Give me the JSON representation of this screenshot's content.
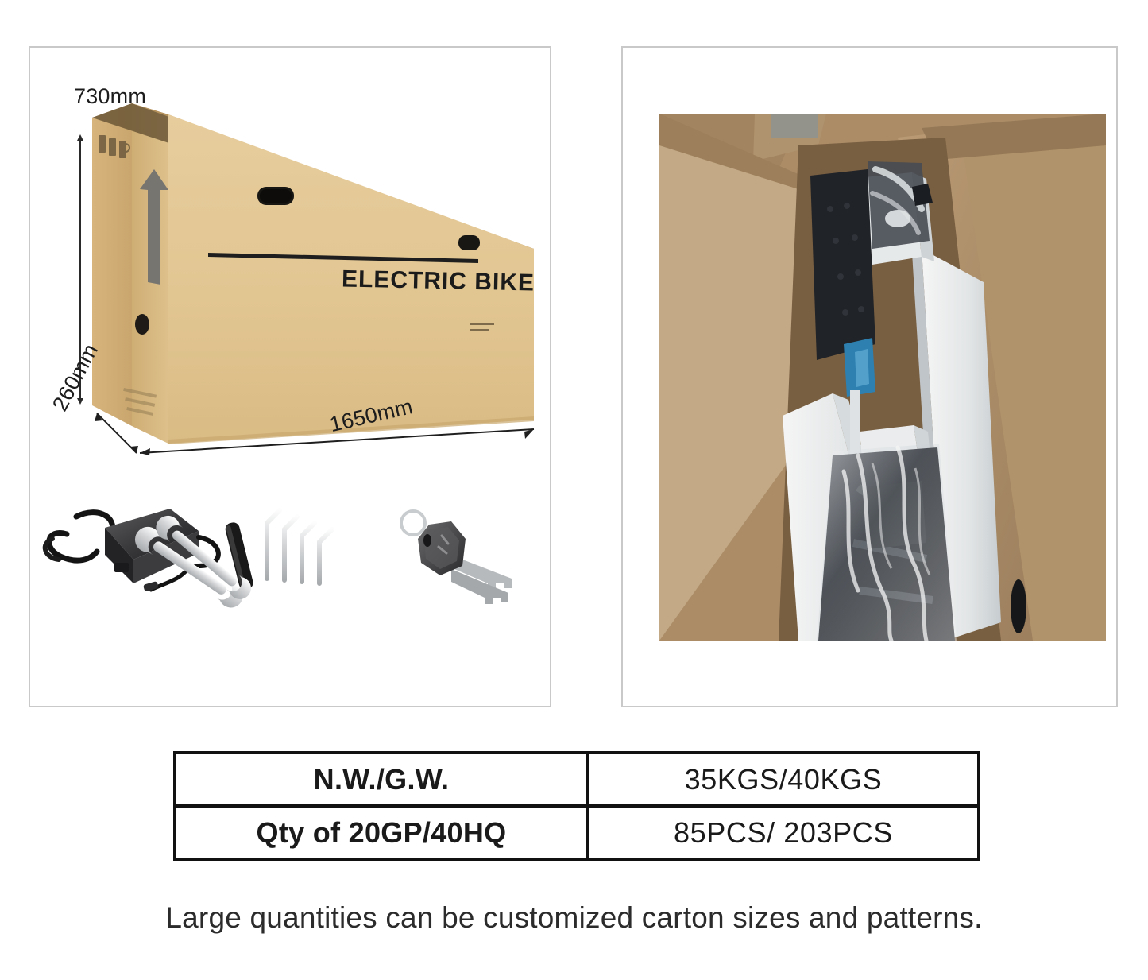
{
  "panels": {
    "left": {
      "name": "carton-dimensions-panel"
    },
    "right": {
      "name": "packed-carton-photo-panel"
    }
  },
  "carton": {
    "brand_text": "ELECTRIC BIKE",
    "dimensions": {
      "height": "730mm",
      "depth": "260mm",
      "length": "1650mm"
    },
    "handles": 2,
    "icons_label": "handling-icons",
    "arrow_label": "this-way-up-arrow",
    "colors": {
      "front_face": "#e3c794",
      "top_face": "#d8b87f",
      "end_face": "#cfae75",
      "arrow": "#6f6f6f",
      "handle": "#1d1a17"
    }
  },
  "accessories": [
    {
      "name": "power-adapter",
      "label": "charger"
    },
    {
      "name": "tool-kit",
      "label": "wrenches and hex keys"
    },
    {
      "name": "keys",
      "label": "keys"
    }
  ],
  "photo": {
    "alt": "electric bike packed in carton with foam protectors",
    "colors": {
      "carton": "#b2926c",
      "carton_light": "#c8a981",
      "foam": "#f2f4f4",
      "frame": "#2c3036",
      "plastic": "#cdd3d8",
      "accent": "#2f86b8"
    }
  },
  "spec_table": {
    "rows": [
      {
        "key": "N.W./G.W.",
        "value": "35KGS/40KGS"
      },
      {
        "key": "Qty of 20GP/40HQ",
        "value": "85PCS/ 203PCS"
      }
    ]
  },
  "caption": "Large quantities can be customized carton sizes and patterns."
}
